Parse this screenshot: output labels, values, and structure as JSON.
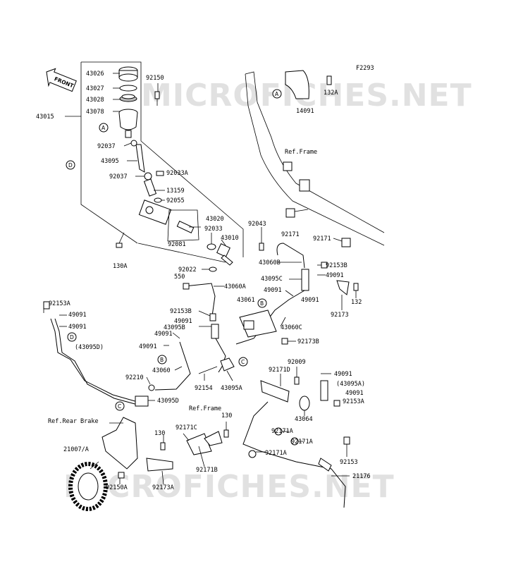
{
  "diagram": {
    "code": "F2293",
    "watermark_text": "MICROFICHES.NET",
    "front_label": "FRONT",
    "callouts": [
      "A",
      "A",
      "B",
      "B",
      "C",
      "C",
      "D",
      "D"
    ]
  },
  "labels": [
    {
      "key": "43026",
      "text": "43026"
    },
    {
      "key": "43027",
      "text": "43027"
    },
    {
      "key": "43028",
      "text": "43028"
    },
    {
      "key": "43078",
      "text": "43078"
    },
    {
      "key": "92150",
      "text": "92150"
    },
    {
      "key": "43015",
      "text": "43015"
    },
    {
      "key": "92037a",
      "text": "92037"
    },
    {
      "key": "43095",
      "text": "43095"
    },
    {
      "key": "92037b",
      "text": "92037"
    },
    {
      "key": "92033A",
      "text": "92033A"
    },
    {
      "key": "13159",
      "text": "13159"
    },
    {
      "key": "92055",
      "text": "92055"
    },
    {
      "key": "43020",
      "text": "43020"
    },
    {
      "key": "92033",
      "text": "92033"
    },
    {
      "key": "43010",
      "text": "43010"
    },
    {
      "key": "92081",
      "text": "92081"
    },
    {
      "key": "92043",
      "text": "92043"
    },
    {
      "key": "130A",
      "text": "130A"
    },
    {
      "key": "92022",
      "text": "92022"
    },
    {
      "key": "550",
      "text": "550"
    },
    {
      "key": "43060A",
      "text": "43060A"
    },
    {
      "key": "132A",
      "text": "132A"
    },
    {
      "key": "14091",
      "text": "14091"
    },
    {
      "key": "refframe1",
      "text": "Ref.Frame"
    },
    {
      "key": "92171a",
      "text": "92171"
    },
    {
      "key": "92171b",
      "text": "92171"
    },
    {
      "key": "43060B",
      "text": "43060B"
    },
    {
      "key": "92153B",
      "text": "92153B"
    },
    {
      "key": "43095C",
      "text": "43095C"
    },
    {
      "key": "49091a",
      "text": "49091"
    },
    {
      "key": "49091b",
      "text": "49091"
    },
    {
      "key": "49091c",
      "text": "49091"
    },
    {
      "key": "132",
      "text": "132"
    },
    {
      "key": "92173",
      "text": "92173"
    },
    {
      "key": "43061",
      "text": "43061"
    },
    {
      "key": "43060C",
      "text": "43060C"
    },
    {
      "key": "92173B",
      "text": "92173B"
    },
    {
      "key": "92153A_l",
      "text": "92153A"
    },
    {
      "key": "49091d",
      "text": "49091"
    },
    {
      "key": "49091e",
      "text": "49091"
    },
    {
      "key": "43095D_l",
      "text": "(43095D)"
    },
    {
      "key": "92153Bm",
      "text": "92153B"
    },
    {
      "key": "49091f",
      "text": "49091"
    },
    {
      "key": "43095B",
      "text": "43095B"
    },
    {
      "key": "49091g",
      "text": "49091"
    },
    {
      "key": "49091h",
      "text": "49091"
    },
    {
      "key": "43060",
      "text": "43060"
    },
    {
      "key": "92210",
      "text": "92210"
    },
    {
      "key": "43095D",
      "text": "43095D"
    },
    {
      "key": "92154",
      "text": "92154"
    },
    {
      "key": "43095A",
      "text": "43095A"
    },
    {
      "key": "92171D",
      "text": "92171D"
    },
    {
      "key": "92009",
      "text": "92009"
    },
    {
      "key": "49091i",
      "text": "49091"
    },
    {
      "key": "43095A_p",
      "text": "(43095A)"
    },
    {
      "key": "49091j",
      "text": "49091"
    },
    {
      "key": "92153A_r",
      "text": "92153A"
    },
    {
      "key": "43064",
      "text": "43064"
    },
    {
      "key": "refframe2",
      "text": "Ref.Frame"
    },
    {
      "key": "refrear",
      "text": "Ref.Rear Brake"
    },
    {
      "key": "92171C",
      "text": "92171C"
    },
    {
      "key": "130b",
      "text": "130"
    },
    {
      "key": "130c",
      "text": "130"
    },
    {
      "key": "92171A_a",
      "text": "92171A"
    },
    {
      "key": "92171A_b",
      "text": "92171A"
    },
    {
      "key": "92171A_c",
      "text": "92171A"
    },
    {
      "key": "92153",
      "text": "92153"
    },
    {
      "key": "21007A",
      "text": "21007/A"
    },
    {
      "key": "92171B",
      "text": "92171B"
    },
    {
      "key": "21176",
      "text": "21176"
    },
    {
      "key": "92150A",
      "text": "92150A"
    },
    {
      "key": "92173A",
      "text": "92173A"
    }
  ]
}
